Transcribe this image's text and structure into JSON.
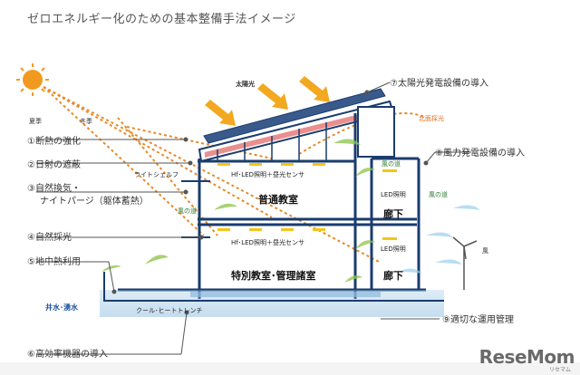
{
  "title": "ゼロエネルギー化のための基本整備手法イメージ",
  "measures": {
    "m1": "①断熱の強化",
    "m2": "②日射の遮蔽",
    "m3a": "③自然換気・",
    "m3b": "ナイトパージ（躯体蓄熱）",
    "m4": "④自然採光",
    "m5": "⑤地中熱利用",
    "m6": "⑥高効率機器の導入",
    "m7": "⑦太陽光発電設備の導入",
    "m8": "⑧風力発電設備の導入",
    "m9": "⑨適切な運用管理"
  },
  "labels": {
    "summer": "夏季",
    "winter": "冬季",
    "sunlight": "太陽光",
    "north_light": "北面採光",
    "light_shelf": "ライトシェルフ",
    "led_sensor_upper": "Hf･LED照明＋昼光センサ",
    "led_sensor_lower": "Hf･LED照明＋昼光センサ",
    "classroom": "普通教室",
    "special_room": "特別教室･管理諸室",
    "corridor_upper": "廊下",
    "corridor_lower": "廊下",
    "led_upper": "LED照明",
    "led_lower": "LED照明",
    "wind_path_1": "風の道",
    "wind_path_2": "風の道",
    "wind_path_3": "風の道",
    "wind": "風",
    "well_water": "井水･湧水",
    "cool_trench": "クール･ヒートトレンチ"
  },
  "brand": {
    "name": "ReseMom",
    "sub": "リセマム"
  },
  "colors": {
    "title": "#555555",
    "wind_green": "#2e7d32",
    "sun_orange": "#e07020",
    "structure_blue": "#1a3c6e",
    "water_blue": "#1a4f9c"
  }
}
